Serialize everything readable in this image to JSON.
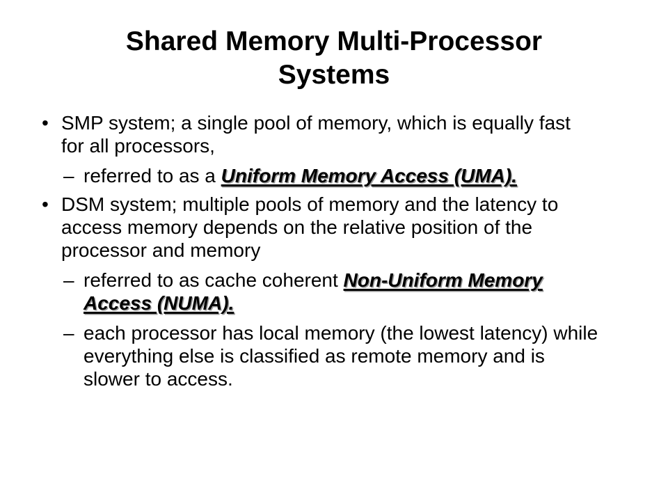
{
  "slide": {
    "title_line1": "Shared Memory Multi-Processor",
    "title_line2": "Systems",
    "bullets": [
      {
        "marker": "•",
        "text": "SMP system; a single pool of memory, which is equally fast for all processors,",
        "subs": [
          {
            "marker": "–",
            "text": "referred to as a ",
            "emphasis": "Uniform Memory Access (UMA)."
          }
        ]
      },
      {
        "marker": "•",
        "text": "DSM system; multiple pools of memory and the latency to access memory depends on the relative position of the processor and memory",
        "subs": [
          {
            "marker": "–",
            "text": "referred to as cache coherent ",
            "emphasis": "Non-Uniform Memory Access (NUMA)."
          },
          {
            "marker": "–",
            "text": "each processor has local memory (the lowest latency) while everything else is classified as remote memory and is slower to access."
          }
        ]
      }
    ]
  }
}
